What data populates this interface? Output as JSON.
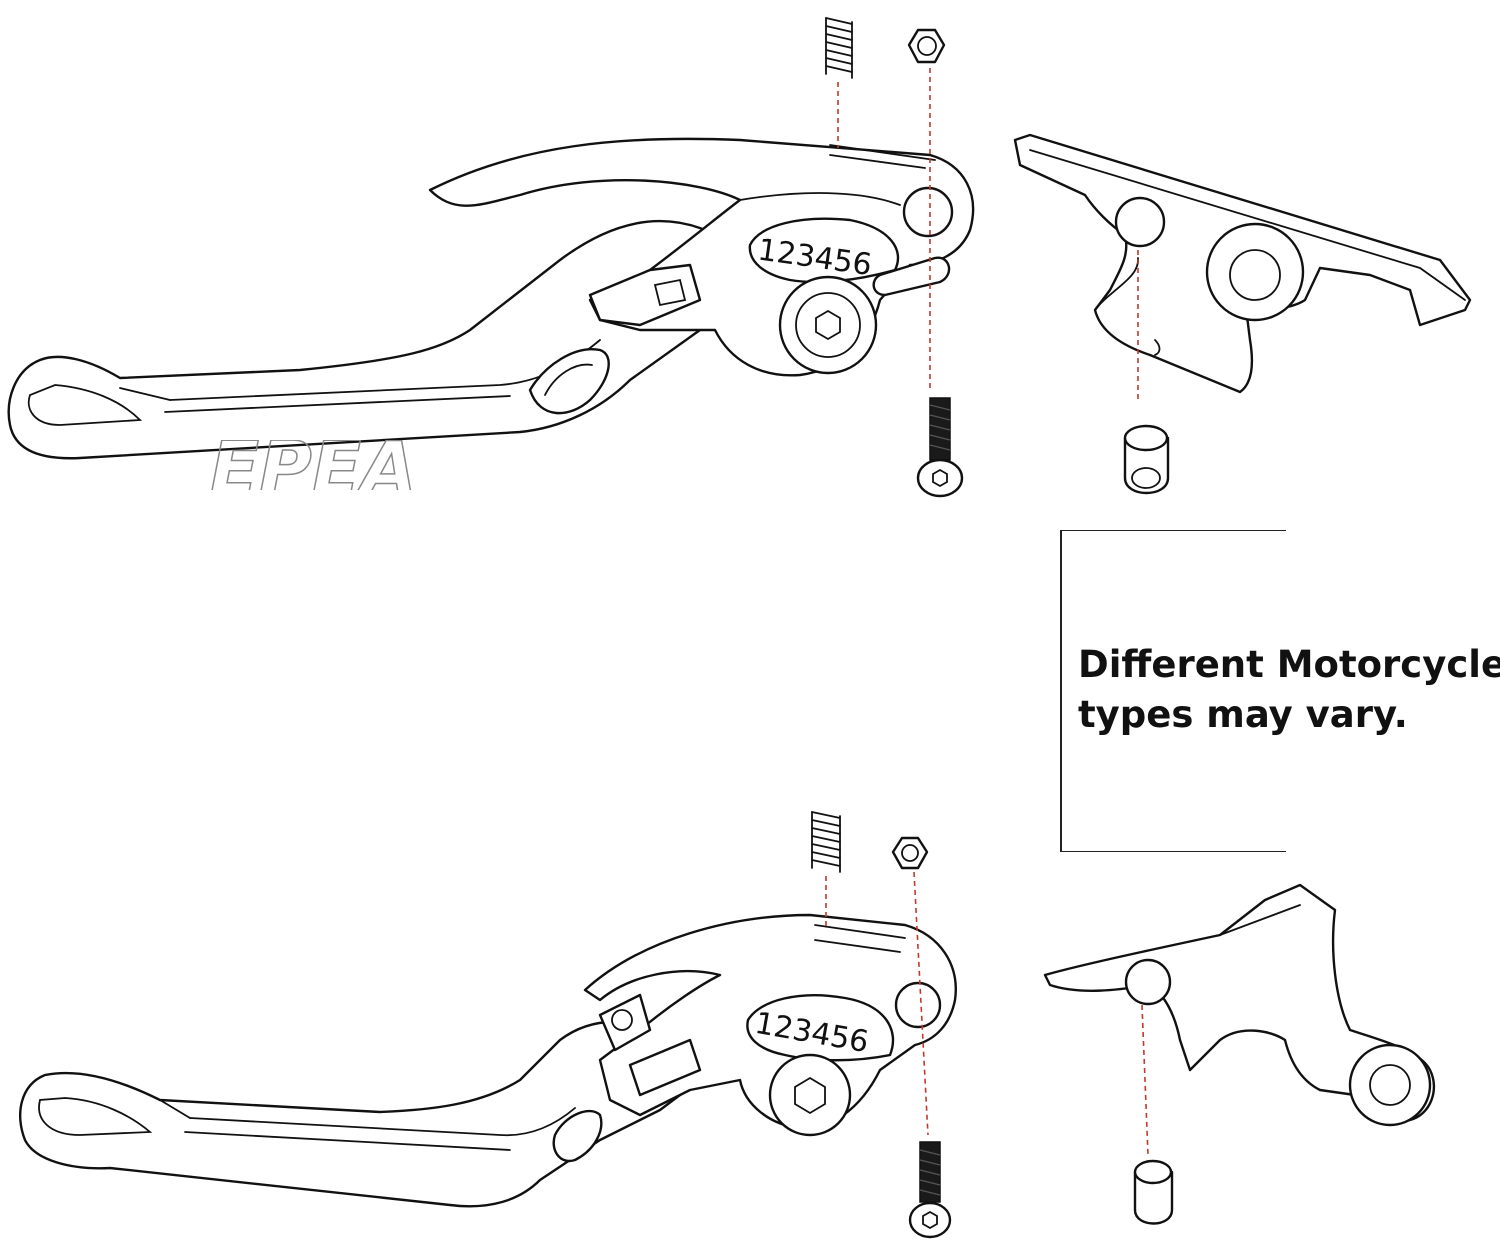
{
  "note": {
    "line1": "Different Motorcycle",
    "line2": "types may vary."
  },
  "top_lever": {
    "scale": "123456"
  },
  "bottom_lever": {
    "scale": "123456"
  },
  "watermark": "EPEA",
  "colors": {
    "line": "#111111",
    "guide": "#c0392b",
    "background": "#ffffff"
  }
}
